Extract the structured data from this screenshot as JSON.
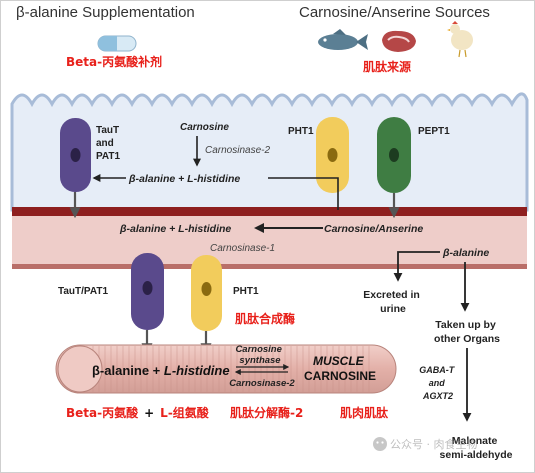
{
  "header": {
    "left_title": "β-alanine Supplementation",
    "right_title": "Carnosine/Anserine Sources"
  },
  "annotations": {
    "beta_alanine_cn": "Beta-丙氨酸补剂",
    "peptide_source_cn": "肌肽来源",
    "synthase_cn": "肌肽合成酶",
    "beta_alanine_histidine_cn": "Beta-丙氨酸",
    "plus_sign": "+",
    "l_histidine_cn": "L-组氨酸",
    "carnosinase2_cn": "肌肽分解酶-2",
    "muscle_carnosine_cn": "肌肉肌肽"
  },
  "transporters": {
    "taut_pat1_top": [
      "TauT",
      "and",
      "PAT1"
    ],
    "pht1_top": "PHT1",
    "pept1": "PEPT1",
    "taut_pat1_bottom": "TauT/PAT1",
    "pht1_bottom": "PHT1"
  },
  "intestine": {
    "carnosine": "Carnosine",
    "carnosinase2": "Carnosinase-2",
    "products": "β-alanine + L-histidine"
  },
  "blood": {
    "products": "β-alanine + L-histidine",
    "carnosinase1": "Carnosinase-1",
    "carnosine_anserine": "Carnosine/Anserine",
    "beta_alanine": "β-alanine"
  },
  "fates": {
    "excreted": [
      "Excreted in",
      "urine"
    ],
    "taken_up": [
      "Taken up by",
      "other Organs"
    ],
    "enzymes": [
      "GABA-T",
      "and",
      "AGXT2"
    ],
    "product": [
      "Malonate",
      "semi-aldehyde"
    ]
  },
  "muscle": {
    "beta_alanine": "β-alanine + ",
    "l_histidine": "L-histidine",
    "synthase": [
      "Carnosine",
      "synthase"
    ],
    "carnosinase2": "Carnosinase-2",
    "product": [
      "MUSCLE",
      "CARNOSINE"
    ]
  },
  "watermark": "公众号 · 肉食生物",
  "colors": {
    "red_label": "#e8211b",
    "villi": "#a8bcd8",
    "lumen": "#e6edf7",
    "vessel_wall": "#8e1f1f",
    "vessel_fill": "#eecdc9",
    "purple": "#5a4a8c",
    "yellow": "#f2cc5c",
    "green": "#3f7d43",
    "muscle": "#e6b9b2"
  }
}
